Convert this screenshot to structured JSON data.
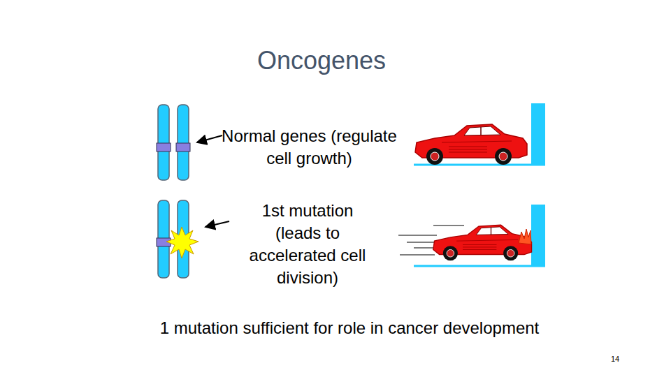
{
  "diagram": {
    "title": "Oncogenes",
    "labels": [
      "Normal genes (regulate cell growth)",
      "1st mutation (leads to accelerated cell division)",
      "1 mutation sufficient for role in cancer development",
      "14"
    ]
  }
}
